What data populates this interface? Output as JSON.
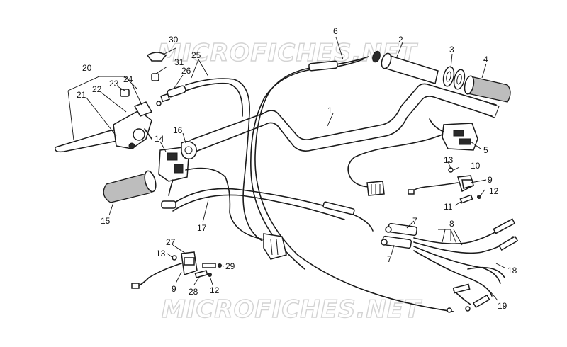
{
  "watermarks": [
    "MICROFICHES.NET",
    "MICROFICHES.NET"
  ],
  "callouts": [
    {
      "id": "c1",
      "text": "1"
    },
    {
      "id": "c2",
      "text": "2"
    },
    {
      "id": "c3",
      "text": "3"
    },
    {
      "id": "c4",
      "text": "4"
    },
    {
      "id": "c5",
      "text": "5"
    },
    {
      "id": "c6",
      "text": "6"
    },
    {
      "id": "c7a",
      "text": "7"
    },
    {
      "id": "c7b",
      "text": "7"
    },
    {
      "id": "c8",
      "text": "8"
    },
    {
      "id": "c9a",
      "text": "9"
    },
    {
      "id": "c9b",
      "text": "9"
    },
    {
      "id": "c10",
      "text": "10"
    },
    {
      "id": "c11",
      "text": "11"
    },
    {
      "id": "c12a",
      "text": "12"
    },
    {
      "id": "c12b",
      "text": "12"
    },
    {
      "id": "c13a",
      "text": "13"
    },
    {
      "id": "c13b",
      "text": "13"
    },
    {
      "id": "c14",
      "text": "14"
    },
    {
      "id": "c15",
      "text": "15"
    },
    {
      "id": "c16",
      "text": "16"
    },
    {
      "id": "c17",
      "text": "17"
    },
    {
      "id": "c18",
      "text": "18"
    },
    {
      "id": "c19",
      "text": "19"
    },
    {
      "id": "c20",
      "text": "20"
    },
    {
      "id": "c21",
      "text": "21"
    },
    {
      "id": "c22",
      "text": "22"
    },
    {
      "id": "c23",
      "text": "23"
    },
    {
      "id": "c24",
      "text": "24"
    },
    {
      "id": "c25",
      "text": "25"
    },
    {
      "id": "c26",
      "text": "26"
    },
    {
      "id": "c27",
      "text": "27"
    },
    {
      "id": "c28",
      "text": "28"
    },
    {
      "id": "c29",
      "text": "29"
    },
    {
      "id": "c30",
      "text": "30"
    },
    {
      "id": "c31",
      "text": "31"
    }
  ]
}
